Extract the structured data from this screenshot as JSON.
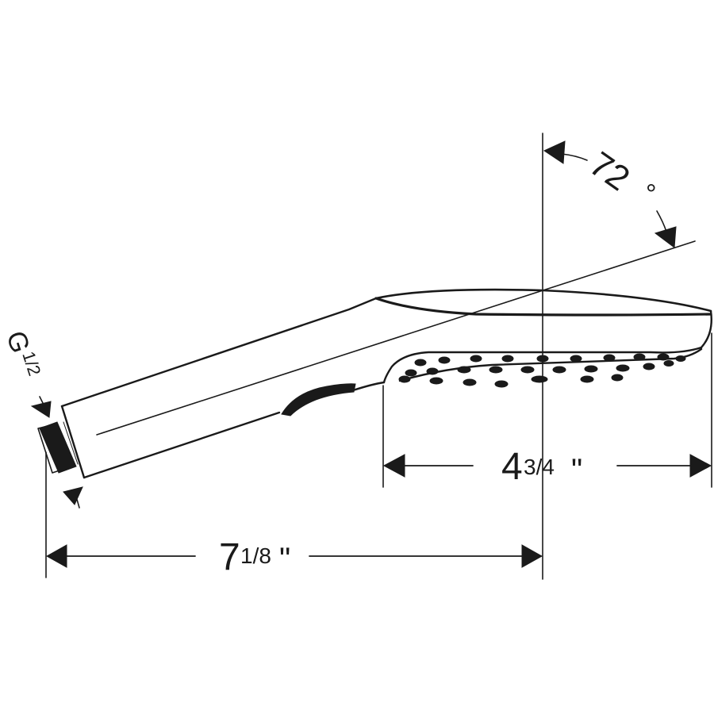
{
  "drawing": {
    "subject": "Hand shower technical dimension drawing",
    "colors": {
      "line": "#1a1a1a",
      "background": "#ffffff"
    },
    "dimensions": {
      "thread": {
        "label_main": "G",
        "label_frac": "1/2",
        "full": "G 1/2"
      },
      "angle": {
        "label": "72",
        "unit": "°",
        "full": "72°"
      },
      "head_length": {
        "label_main": "4",
        "label_frac": "3/4",
        "unit": "\"",
        "full": "4 3/4\""
      },
      "overall_length": {
        "label_main": "7",
        "label_frac": "1/8",
        "unit": "\"",
        "full": "7 1/8\""
      }
    }
  }
}
